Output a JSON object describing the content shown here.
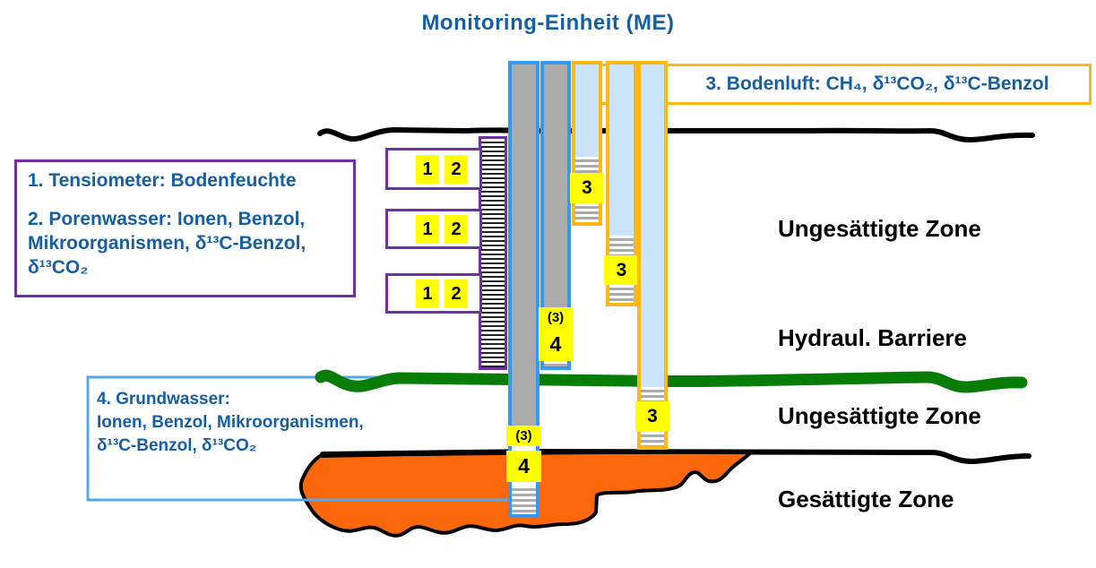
{
  "title": "Monitoring-Einheit (ME)",
  "legend": {
    "tensiometer_box": {
      "line1": "1. Tensiometer: Bodenfeuchte",
      "line2": "2. Porenwasser: Ionen, Benzol,",
      "line3": "Mikroorganismen, δ¹³C-Benzol,",
      "line4": "δ¹³CO₂"
    },
    "bodenluft_box": {
      "text": "3. Bodenluft: CH₄, δ¹³CO₂, δ¹³C-Benzol"
    },
    "grundwasser_box": {
      "line1": "4. Grundwasser:",
      "line2": "Ionen, Benzol, Mikroorganismen,",
      "line3": "δ¹³C-Benzol, δ¹³CO₂"
    }
  },
  "zones": {
    "upper_unsaturated": "Ungesättigte Zone",
    "barrier": "Hydraul. Barriere",
    "lower_unsaturated": "Ungesättigte Zone",
    "saturated": "Gesättigte Zone"
  },
  "markers": {
    "one": "1",
    "two": "2",
    "three": "3",
    "four": "4",
    "three_paren": "(3)"
  },
  "colors": {
    "label_blue": "#155FA5",
    "purple": "#7030A0",
    "gold": "#FDB813",
    "well_border_blue": "#3399F3",
    "grundwasser_box_blue": "#55A8EC",
    "casing_gray": "#ABABAB",
    "well_fill_light_blue": "#CBE4FA",
    "barrier_green": "#077D07",
    "plume_orange": "#FB6709",
    "marker_yellow": "#FFFF00"
  }
}
